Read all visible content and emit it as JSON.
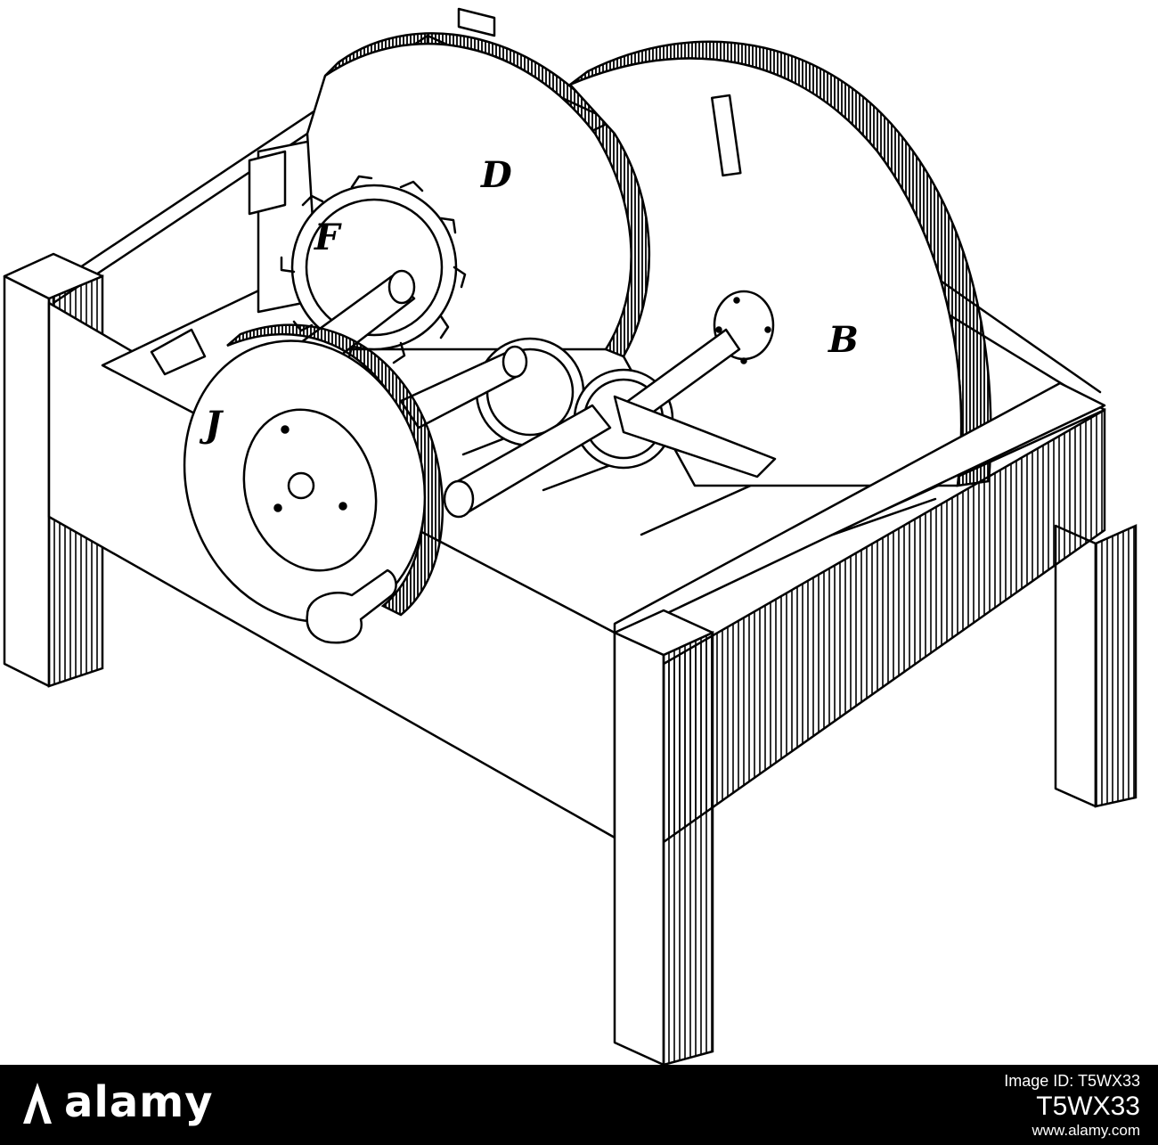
{
  "illustration": {
    "subject": "engraving-of-gear-driven-wheel-machine-on-table",
    "labels": [
      "D",
      "F",
      "B",
      "J"
    ],
    "ink_color": "#000000",
    "paper_color": "#ffffff"
  },
  "watermark_bar": {
    "brand": "alamy",
    "image_id_label": "Image ID: T5WX33",
    "image_id": "T5WX33",
    "url": "www.alamy.com",
    "background": "#000000",
    "text_color": "#ffffff"
  }
}
